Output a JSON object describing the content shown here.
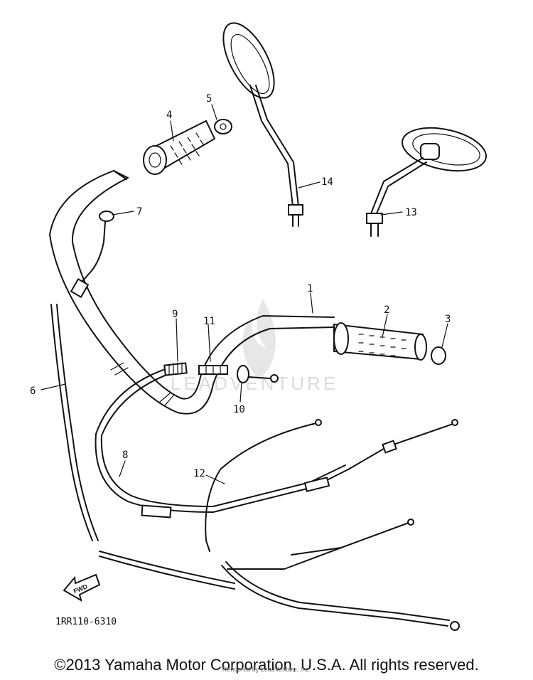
{
  "diagram": {
    "callouts": [
      {
        "id": "1",
        "label": "1"
      },
      {
        "id": "2",
        "label": "2"
      },
      {
        "id": "3",
        "label": "3"
      },
      {
        "id": "4",
        "label": "4"
      },
      {
        "id": "5",
        "label": "5"
      },
      {
        "id": "6",
        "label": "6"
      },
      {
        "id": "7",
        "label": "7"
      },
      {
        "id": "8",
        "label": "8"
      },
      {
        "id": "9",
        "label": "9"
      },
      {
        "id": "10",
        "label": "10"
      },
      {
        "id": "11",
        "label": "11"
      },
      {
        "id": "12",
        "label": "12"
      },
      {
        "id": "13",
        "label": "13"
      },
      {
        "id": "14",
        "label": "14"
      }
    ],
    "diagram_code": "1RR110-6310",
    "fwd_label": "FWD",
    "watermark": "LEADVENTURE"
  },
  "footer": {
    "copyright": "©2013 Yamaha Motor Corporation, U.S.A. All rights reserved.",
    "rendered_by": "Rendered by LeadVenture, Inc."
  }
}
